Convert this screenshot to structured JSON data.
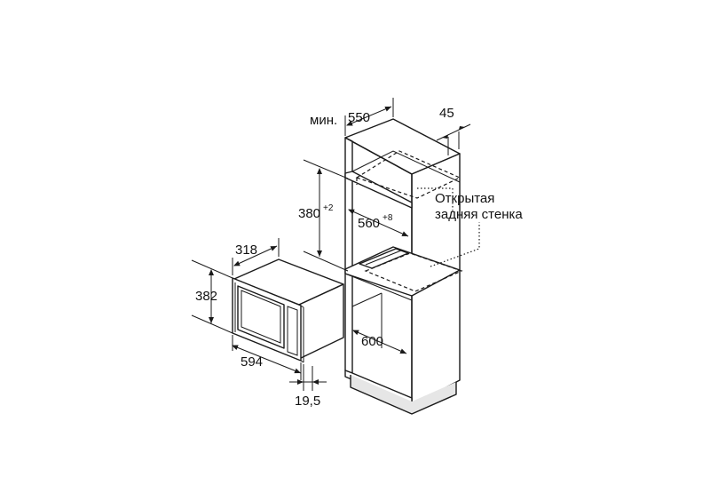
{
  "labels": {
    "min_width_prefix": "мин.",
    "min_width": "550",
    "side_gap": "45",
    "niche_height": "380",
    "niche_height_tol": "+2",
    "niche_width": "560",
    "niche_width_tol": "+8",
    "open_back_line1": "Открытая",
    "open_back_line2": "задняя стенка",
    "cabinet_depth": "600",
    "appliance_depth": "318",
    "appliance_height": "382",
    "appliance_width": "594",
    "frame_depth": "19,5"
  }
}
